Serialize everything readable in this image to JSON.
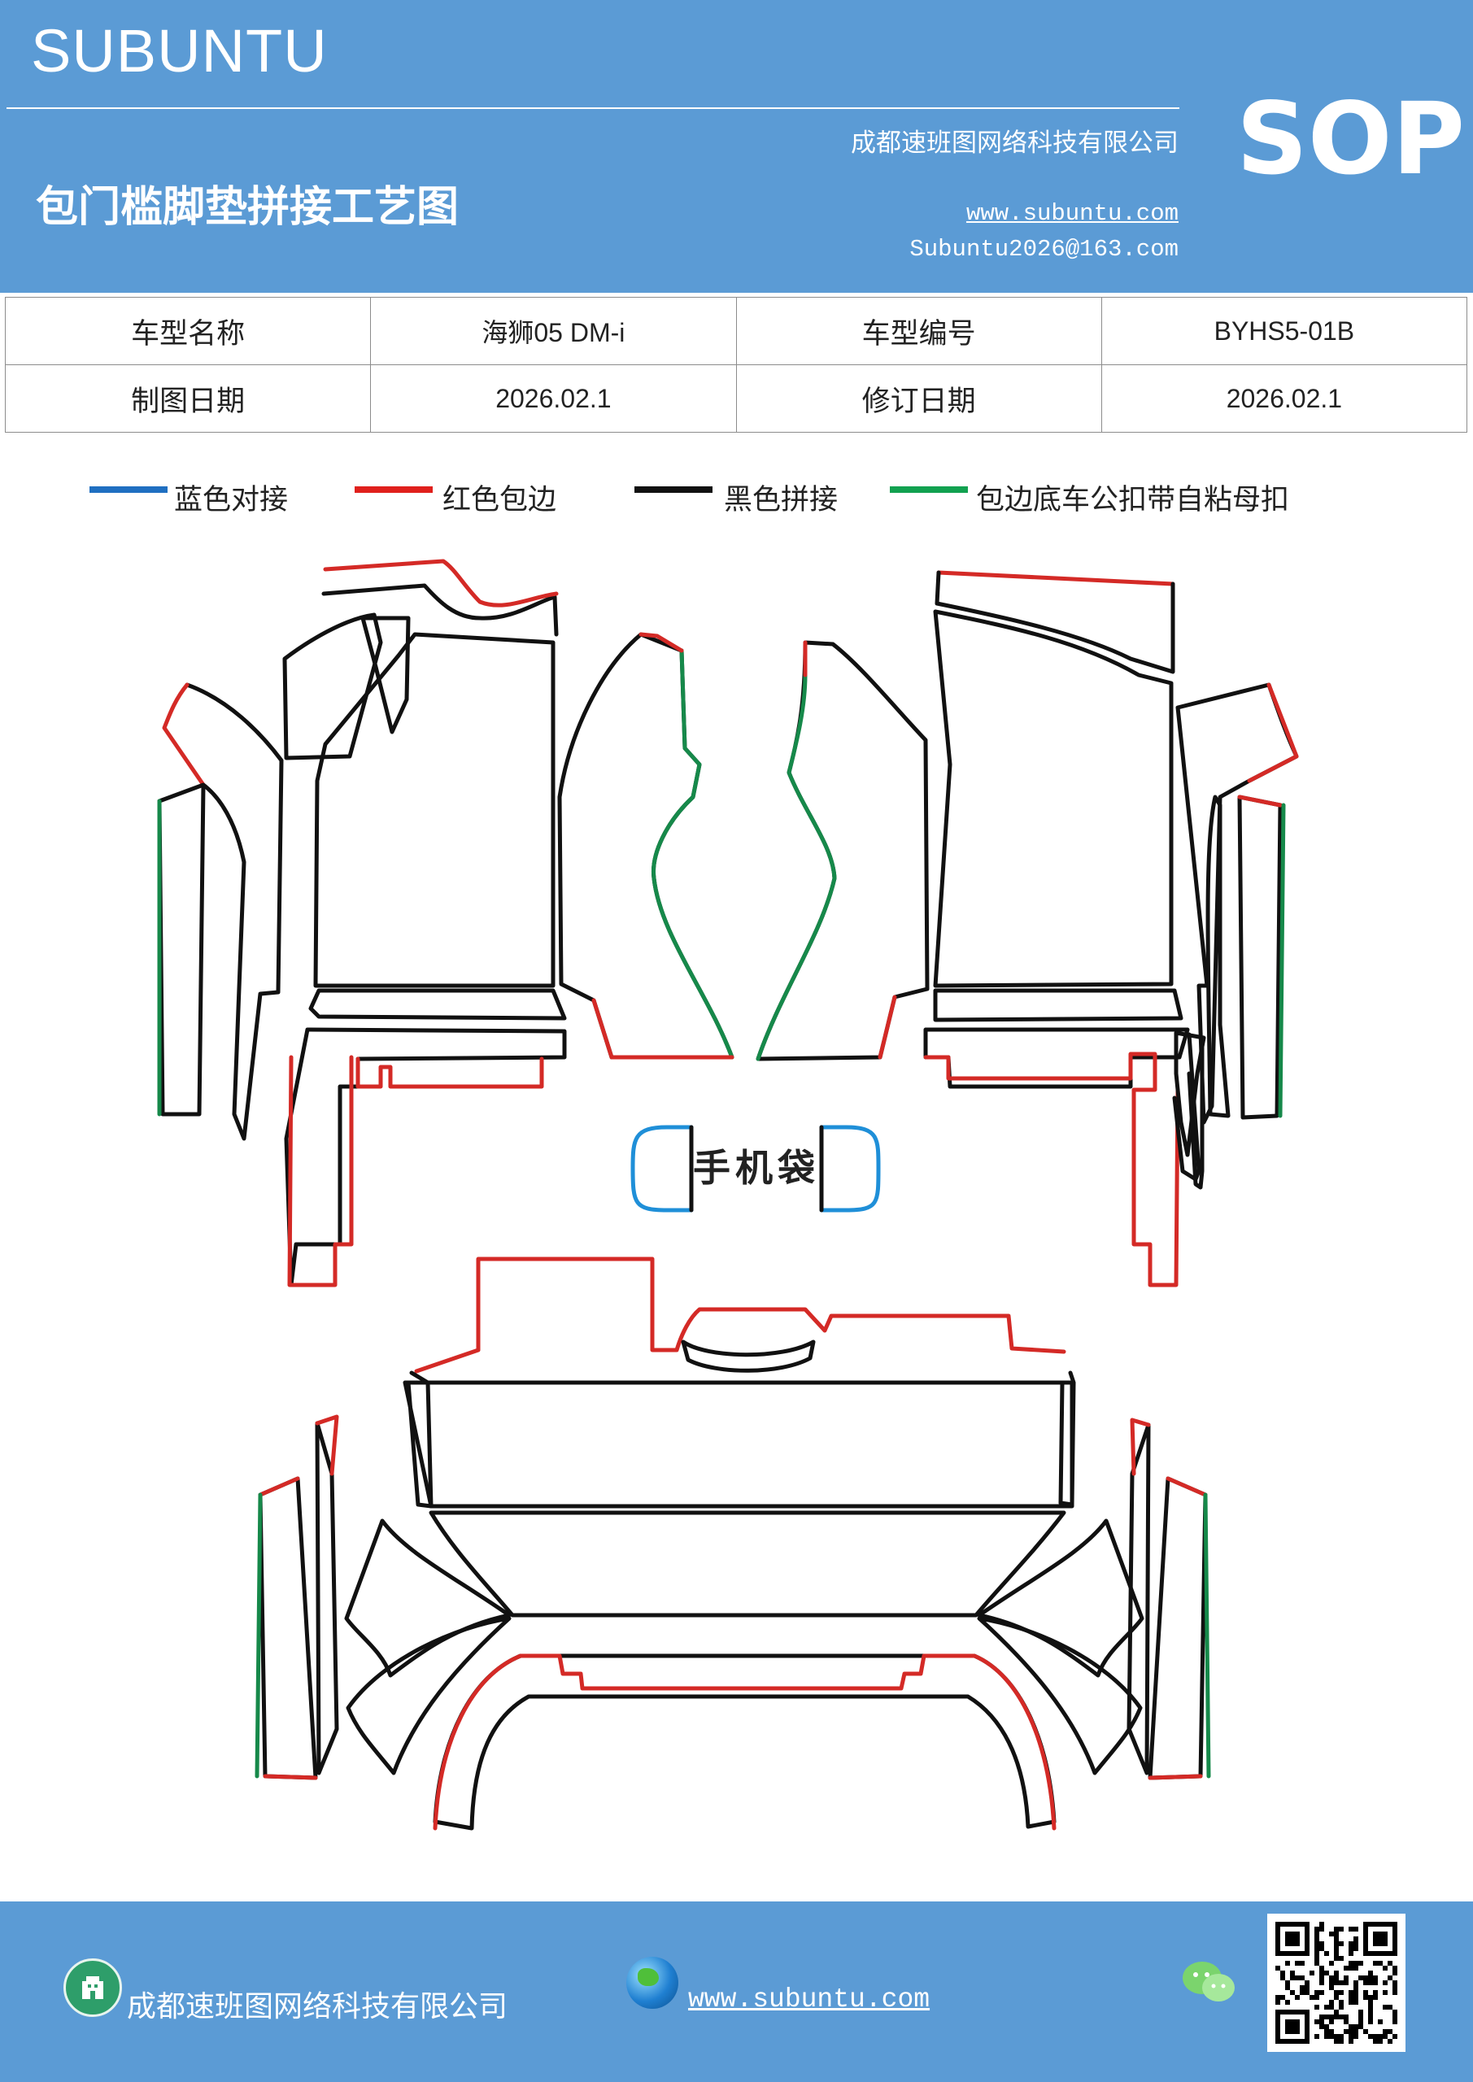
{
  "header": {
    "brand": "SUBUNTU",
    "sop": "SOP",
    "company": "成都速班图网络科技有限公司",
    "title": "包门槛脚垫拼接工艺图",
    "website": "www.subuntu.com",
    "email": "Subuntu2026@163.com"
  },
  "info_table": {
    "rows": [
      {
        "label1": "车型名称",
        "value1": "海狮05  DM-i",
        "label2": "车型编号",
        "value2": "BYHS5-01B"
      },
      {
        "label1": "制图日期",
        "value1": "2026.02.1",
        "label2": "修订日期",
        "value2": "2026.02.1"
      }
    ]
  },
  "legend": {
    "items": [
      {
        "label": "蓝色对接",
        "color": "#1f6fc1"
      },
      {
        "label": "红色包边",
        "color": "#e0201c"
      },
      {
        "label": "黑色拼接",
        "color": "#111111"
      },
      {
        "label": "包边底车公扣带自粘母扣",
        "color": "#12a150"
      }
    ]
  },
  "diagram": {
    "phone_bag_label": "手机袋",
    "colors": {
      "black": "#111111",
      "red": "#d42a26",
      "green": "#16894a",
      "blue": "#1f8fd8"
    }
  },
  "footer": {
    "company": "成都速班图网络科技有限公司",
    "website": "www.subuntu.com",
    "company_icon": "building-icon",
    "web_icon": "globe-icon",
    "wechat_icon": "wechat-icon"
  }
}
